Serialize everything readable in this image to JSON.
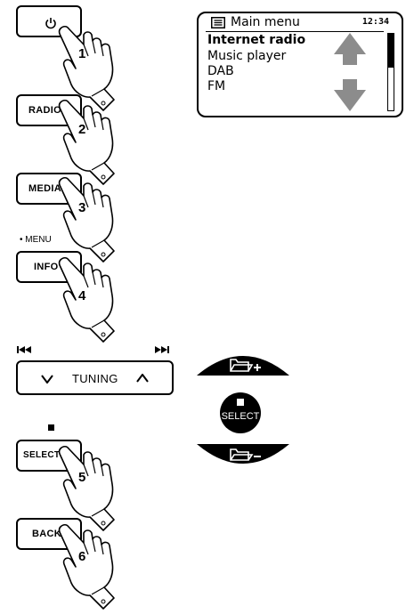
{
  "screen": {
    "title": "Main menu",
    "time": "12:34",
    "items": [
      "Internet radio",
      "Music player",
      "DAB",
      "FM"
    ]
  },
  "steps": {
    "power": {
      "number": "1"
    },
    "radio": {
      "label": "RADIO",
      "number": "2"
    },
    "media": {
      "label": "MEDIA",
      "number": "3"
    },
    "info": {
      "label": "INFO",
      "sublabel": "• MENU",
      "number": "4"
    },
    "tuning": {
      "label": "TUNING"
    },
    "select": {
      "label": "SELECT",
      "number": "5"
    },
    "back": {
      "label": "BACK",
      "number": "6"
    }
  },
  "remote": {
    "select_label": "SELECT"
  },
  "icons": [
    "power-icon",
    "menu-icon",
    "skip-back-icon",
    "skip-forward-icon",
    "stop-icon",
    "folder-plus-icon",
    "folder-minus-icon",
    "pointing-hand-icon",
    "scroll-arrows-icon"
  ]
}
